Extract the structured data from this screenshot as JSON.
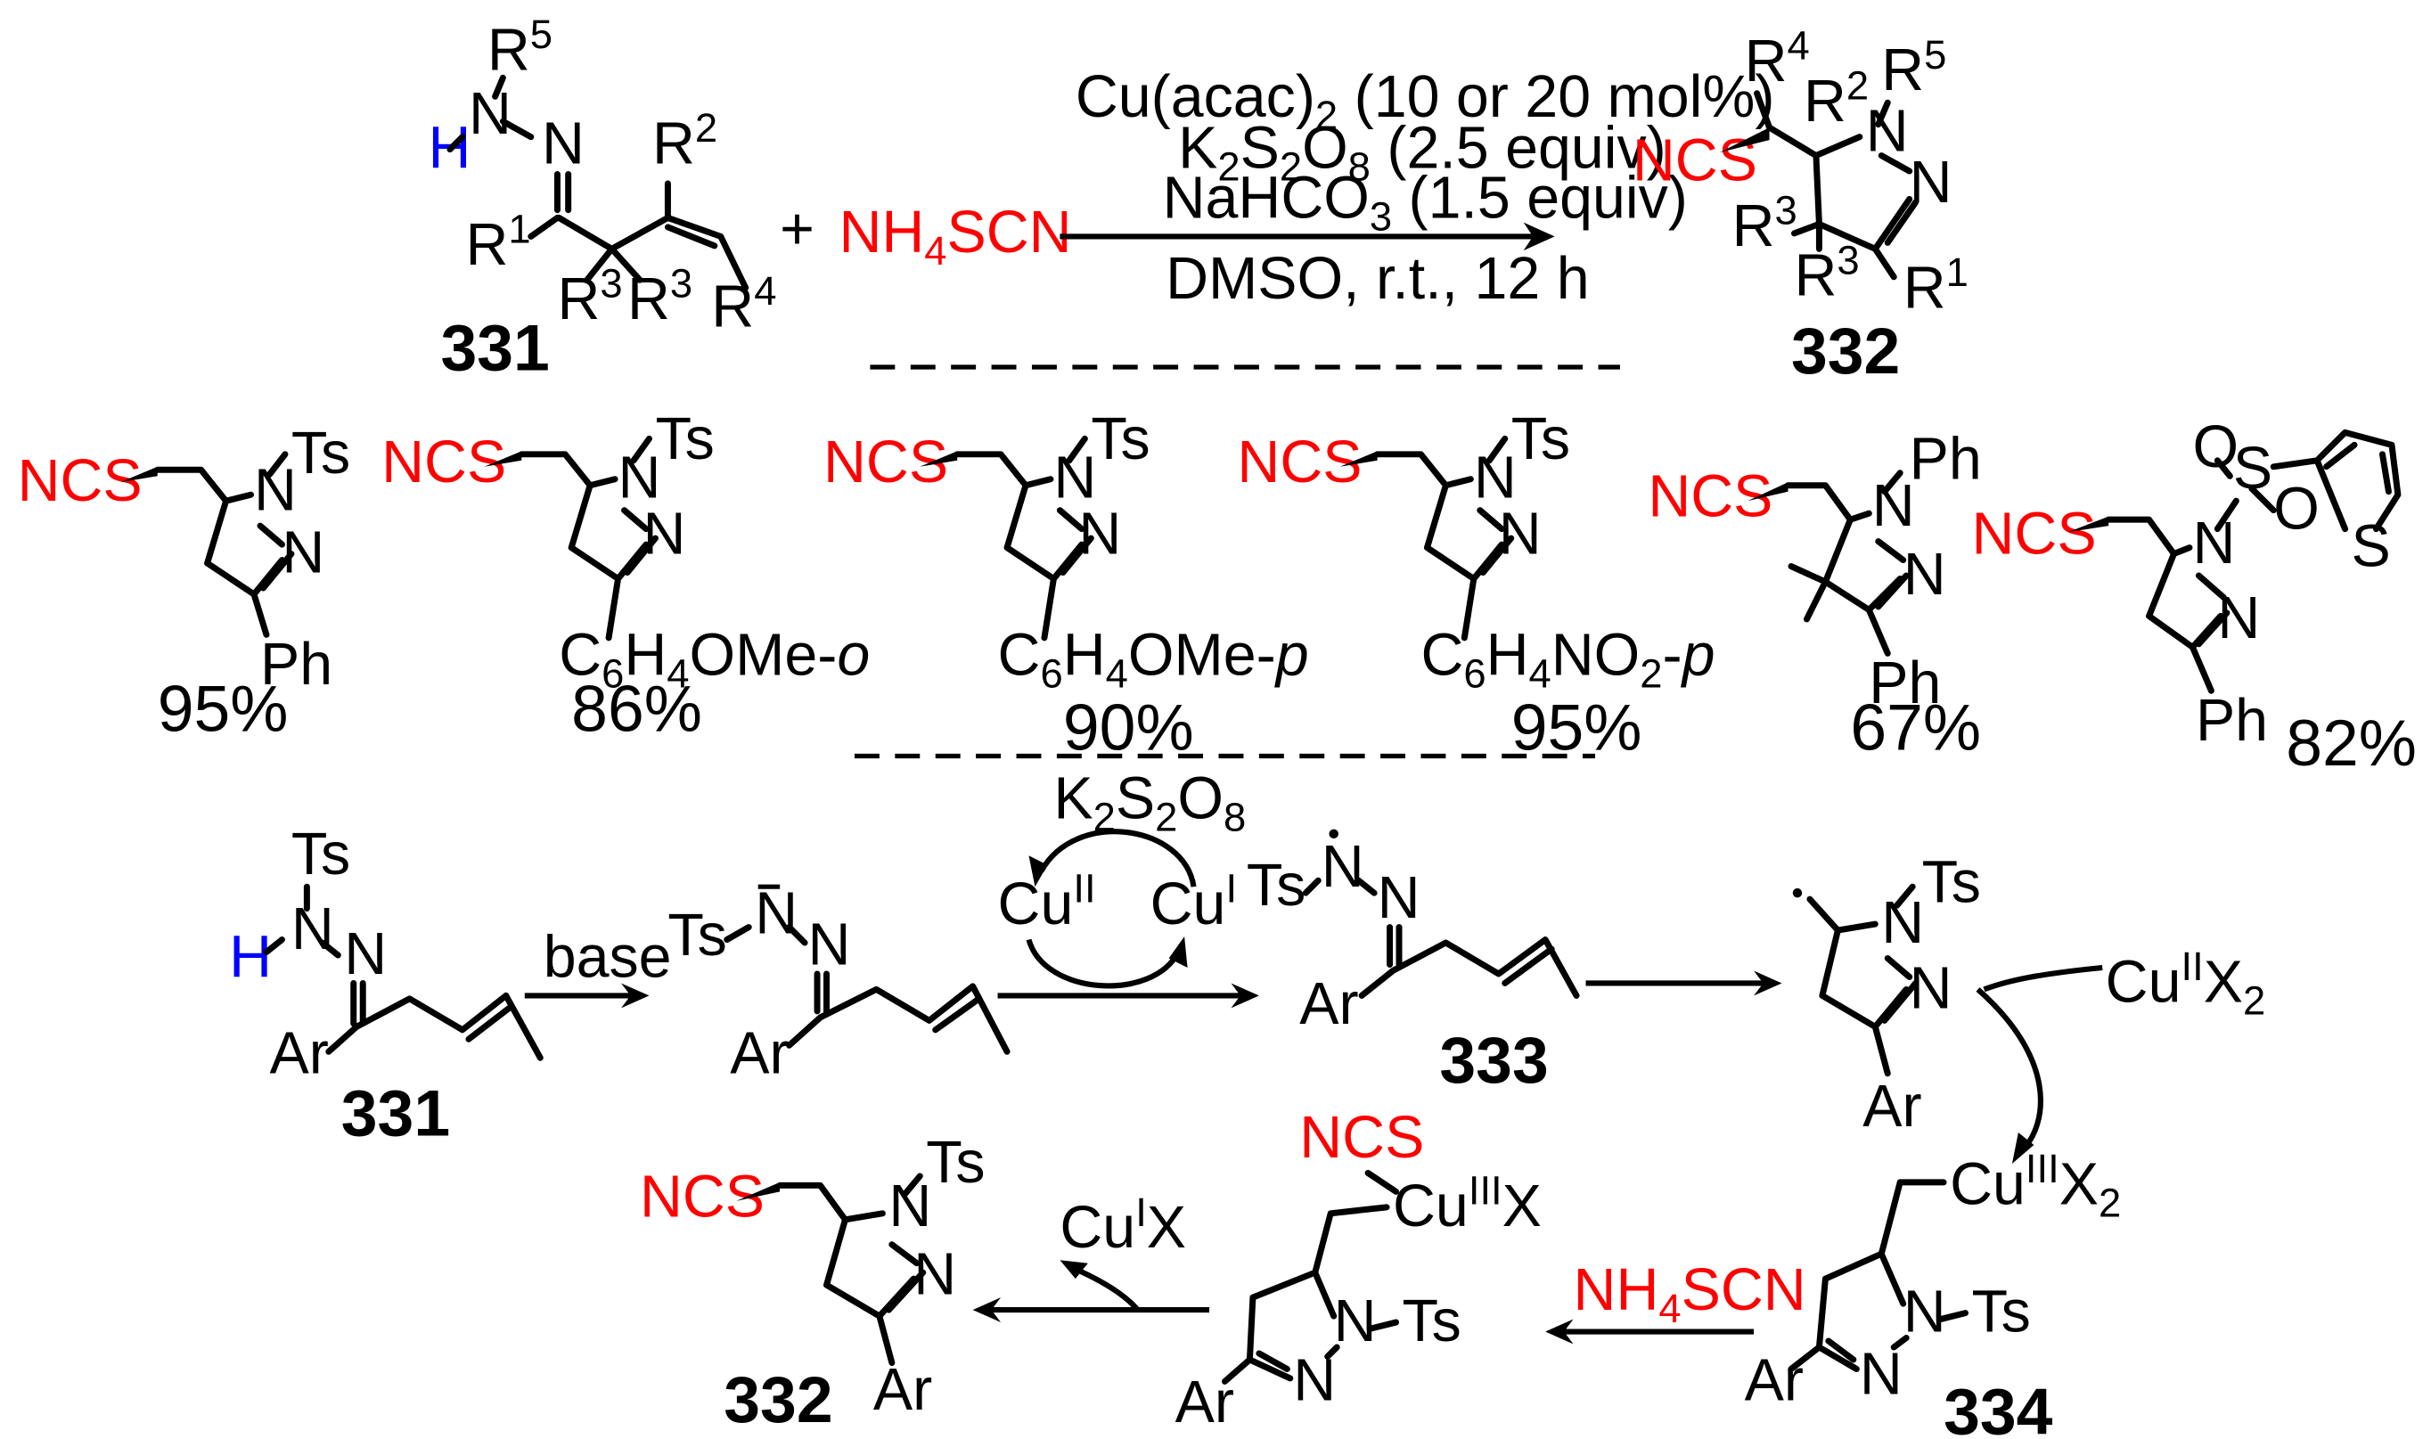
{
  "conditions": {
    "line1": "Cu(acac)2 (10 or 20 mol%)",
    "line2": "K2S2O8 (2.5 equiv)",
    "line3": "NaHCO3 (1.5 equiv)",
    "line4": "DMSO, r.t., 12 h"
  },
  "labels": {
    "compound_331": "331",
    "compound_332": "332",
    "compound_333": "333",
    "compound_334": "334",
    "reagent_thiocyanate": "NH4SCN",
    "plus": "+",
    "base": "base",
    "oxidant": "K2S2O8",
    "cu_ii": "CuII",
    "cu_i": "CuI",
    "cu_ii_x2": "CuIIX2",
    "cu_iii_x2": "CuIIIX2",
    "cu_iii_x": "CuIIIX",
    "cu_i_x": "CuIX"
  },
  "groups": {
    "ncs": "NCS",
    "ts": "Ts",
    "ph": "Ph",
    "ar": "Ar",
    "h": "H",
    "n": "N",
    "s": "S",
    "o": "O",
    "r1": "R1",
    "r2": "R2",
    "r3": "R3",
    "r4": "R4",
    "r5": "R5",
    "o_anisyl": "C6H4OMe-o",
    "p_anisyl": "C6H4OMe-p",
    "p_nitrophenyl": "C6H4NO2-p"
  },
  "yields": [
    "95%",
    "86%",
    "90%",
    "95%",
    "67%",
    "82%"
  ]
}
